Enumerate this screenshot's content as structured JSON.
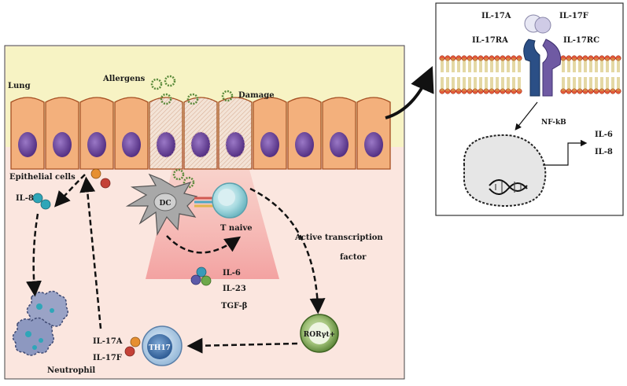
{
  "main_panel": {
    "lung_label": "Lung",
    "allergens_label": "Allergens",
    "damage_label": "Damage",
    "epithelial_label": "Epithelial cells",
    "il8_label": "IL-8",
    "dc_label": "DC",
    "t_naive_label": "T naive",
    "active_tf_label_line1": "Active transcription",
    "active_tf_label_line2": "factor",
    "il6_label": "IL-6",
    "il23_label": "IL-23",
    "tgfb_label": "TGF-β",
    "roryt_label": "RORγt+",
    "th17_label": "TH17",
    "il17a_label": "IL-17A",
    "il17f_label": "IL-17F",
    "neutrophil_label": "Neutrophil"
  },
  "inset_panel": {
    "il17a_label": "IL-17A",
    "il17f_label": "IL-17F",
    "il17ra_label": "IL-17RA",
    "il17rc_label": "IL-17RC",
    "nfkb_label": "NF-kB",
    "il6_label": "IL-6",
    "il8_label": "IL-8"
  },
  "colors": {
    "tissue_bg": "#fbe6df",
    "lumen_bg": "#f7f3c4",
    "epithelial_fill": "#f3b07c",
    "epithelial_stroke": "#a64f22",
    "nucleus": "#6a4598",
    "damaged_fill": "#f2e0d2",
    "red_zone": "#f5a4a4",
    "dc_fill": "#a8a8a8",
    "t_cell_fill": "#bfe2e6",
    "roryt_fill": "#6e9e40",
    "th17_fill": "#4a7ab0",
    "neutrophil_fill": "#8d98c0",
    "receptor_blue": "#2b4f86",
    "receptor_purple": "#6f5aa3",
    "lipid_head": "#e25a3a",
    "lipid_tail": "#c9b04a",
    "il8_cyto": "#2fa6b8",
    "il17a_cyto": "#e68f30",
    "il17f_cyto": "#c44137"
  },
  "icons": {
    "allergen": "allergen-ring-icon",
    "dna": "dna-icon",
    "arrow": "arrow-icon"
  }
}
